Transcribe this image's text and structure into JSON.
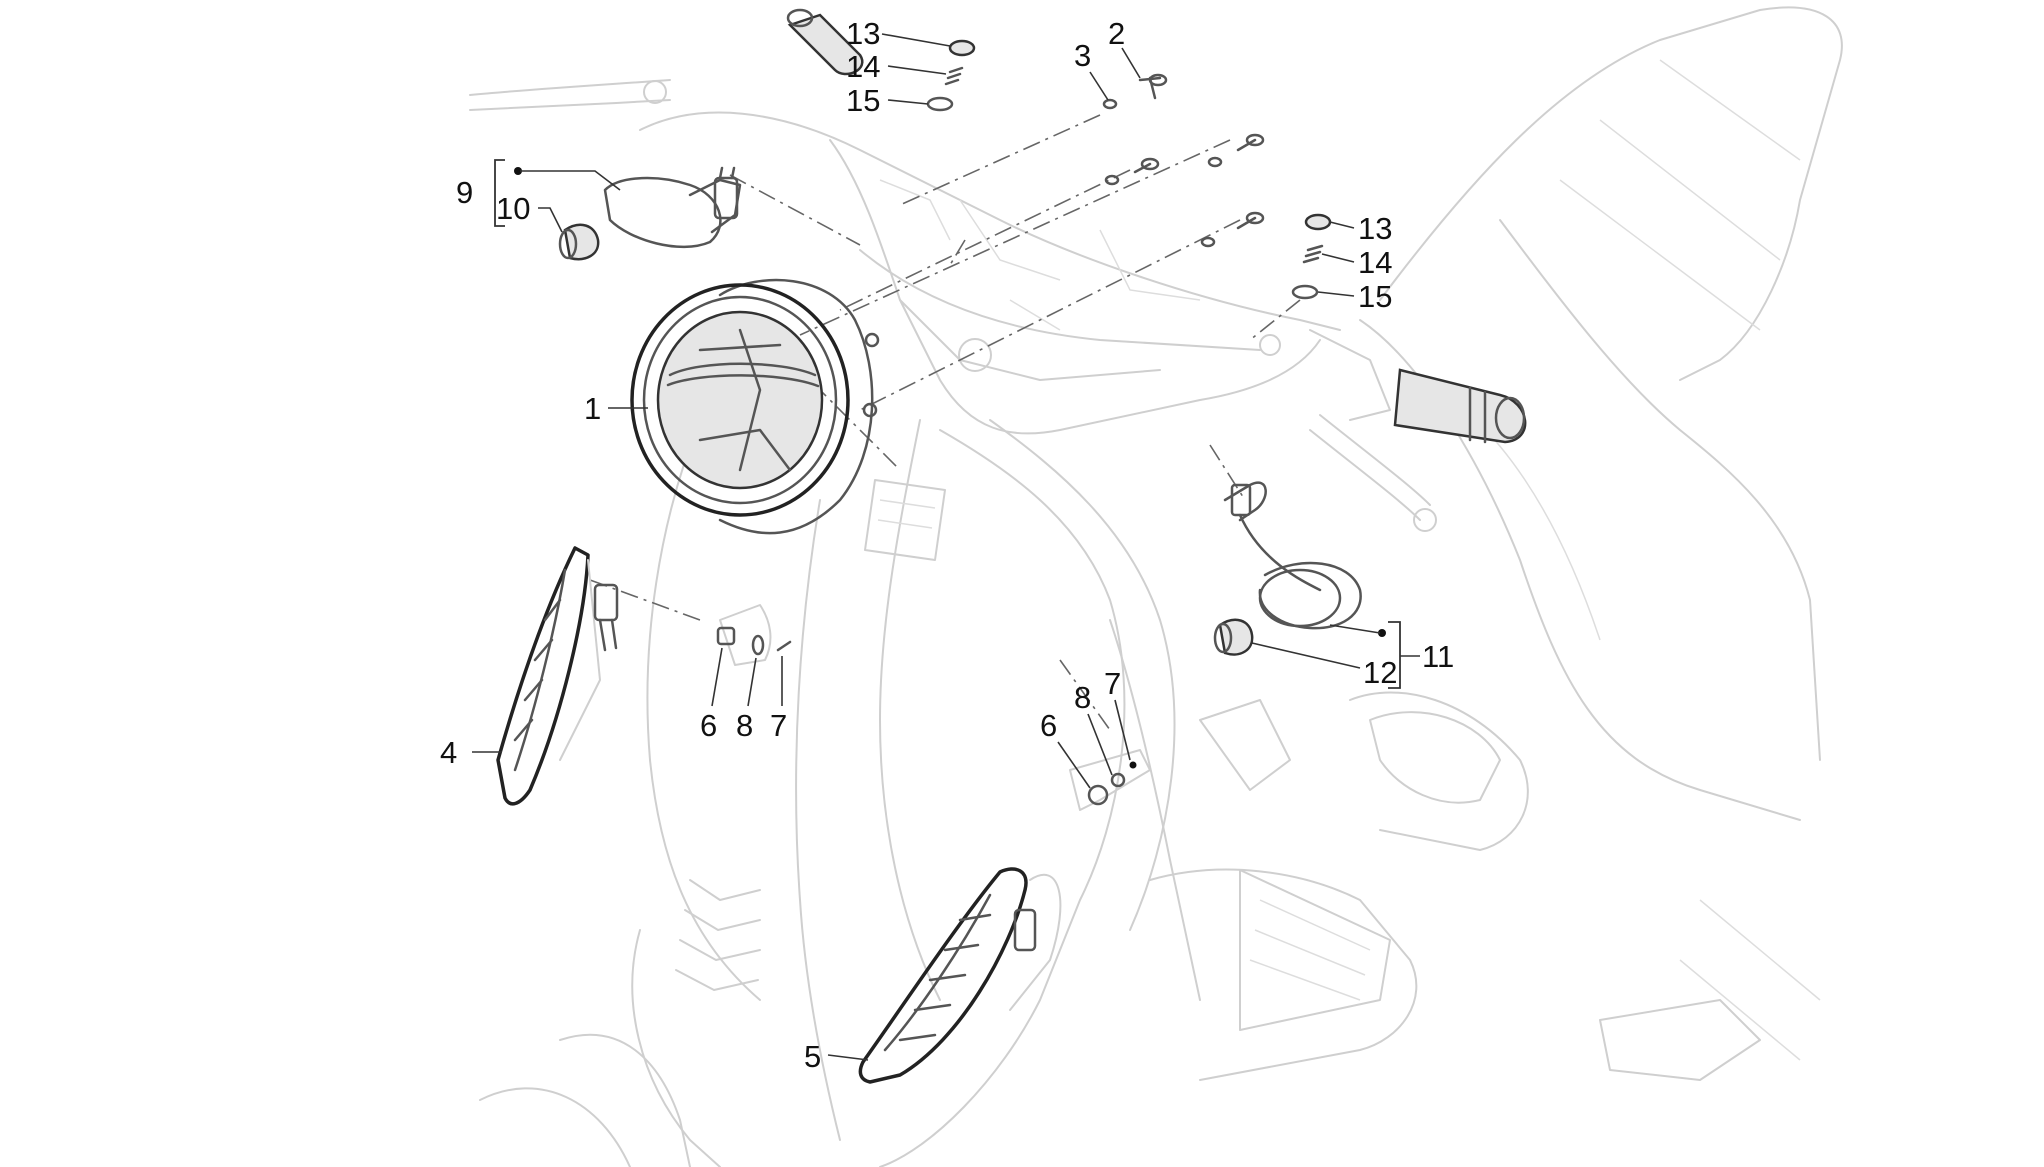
{
  "callouts": {
    "c1": "1",
    "c2": "2",
    "c3": "3",
    "c4": "4",
    "c5": "5",
    "c6a": "6",
    "c7a": "7",
    "c8a": "8",
    "c6b": "6",
    "c7b": "7",
    "c8b": "8",
    "c9": "9",
    "c10": "10",
    "c11": "11",
    "c12": "12",
    "c13a": "13",
    "c14a": "14",
    "c15a": "15",
    "c13b": "13",
    "c14b": "14",
    "c15b": "15"
  },
  "colors": {
    "ghost_outline": "#cfcfcf",
    "part_outline": "#333333",
    "label": "#111111"
  }
}
